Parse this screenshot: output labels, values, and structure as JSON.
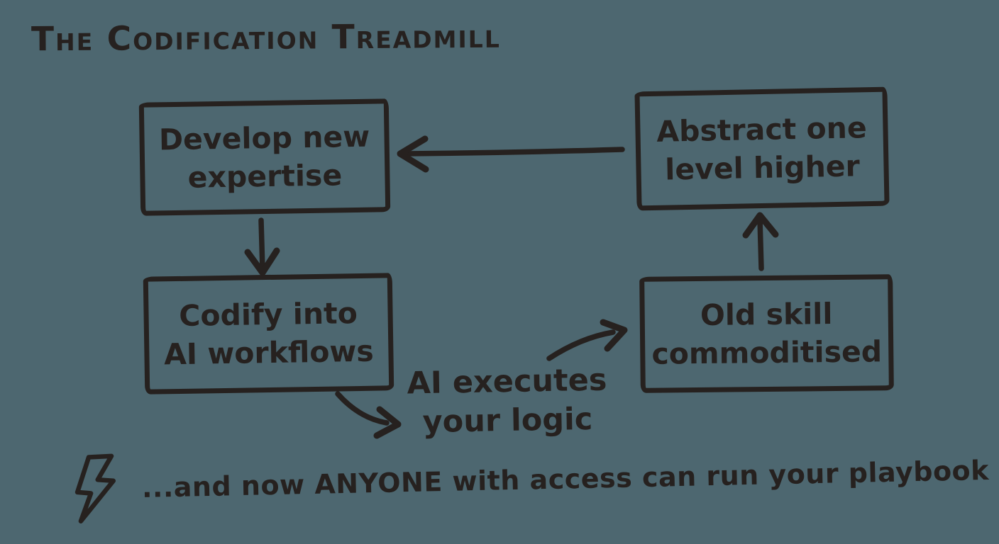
{
  "title": "The Codification Treadmill",
  "colors": {
    "background": "#4d6770",
    "ink": "#26211f"
  },
  "diagram": {
    "type": "cycle-flowchart",
    "nodes": [
      {
        "id": "develop-new-expertise",
        "lines": [
          "Develop new",
          "expertise"
        ]
      },
      {
        "id": "codify-into-ai-workflows",
        "lines": [
          "Codify into",
          "AI workflows"
        ]
      },
      {
        "id": "old-skill-commoditised",
        "lines": [
          "Old skill",
          "commoditised"
        ]
      },
      {
        "id": "abstract-one-level-higher",
        "lines": [
          "Abstract one",
          "level higher"
        ]
      }
    ],
    "edges": [
      {
        "from": "develop-new-expertise",
        "to": "codify-into-ai-workflows",
        "label": ""
      },
      {
        "from": "codify-into-ai-workflows",
        "to": "old-skill-commoditised",
        "label": "AI executes your logic"
      },
      {
        "from": "old-skill-commoditised",
        "to": "abstract-one-level-higher",
        "label": ""
      },
      {
        "from": "abstract-one-level-higher",
        "to": "develop-new-expertise",
        "label": ""
      }
    ],
    "edge_label": {
      "lines": [
        "AI executes",
        "your logic"
      ]
    }
  },
  "footer": {
    "icon": "lightning-bolt-icon",
    "text": "...and now ANYONE with access can run your playbook"
  }
}
